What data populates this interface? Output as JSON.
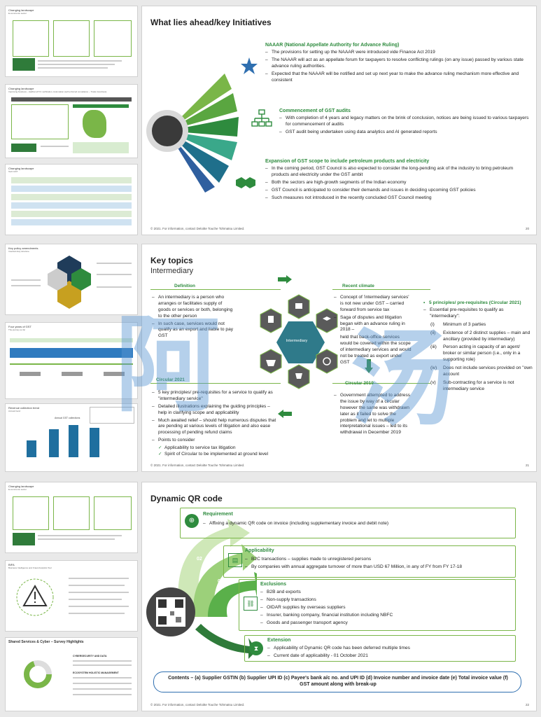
{
  "thumbs": {
    "t1": {
      "title": "Changing landscape",
      "sub": "E-commerce sector"
    },
    "t2": {
      "title": "Changing landscape",
      "sub": "Improving business – Aadhar eKYC verification, Automation (self enforced compliance – Trade incentives)"
    },
    "t3": {
      "title": "Changing landscape",
      "sub": "Tech GST"
    },
    "t4": {
      "title": "Key policy amendments",
      "sub": "Inverted duty structure"
    },
    "t5": {
      "title": "Four years of GST",
      "sub": "The journey so far"
    },
    "t6": {
      "title": "Revenue collection trend",
      "sub": "Annual trend",
      "chart": "Annual GST collections"
    },
    "t7": {
      "title": "Changing landscape",
      "sub": "E-commerce sector"
    },
    "t8": {
      "title": "BIFA",
      "sub": "Business Intelligence and Fraud Analytics Tool"
    },
    "t9": {
      "title": "Shared Services & Cyber – Survey Highlights",
      "h1": "CYBERSECURITY AND DATA",
      "h2": "ECOSYSTEM HOLISTIC MANAGEMENT"
    }
  },
  "slide1": {
    "title": "What lies ahead/key Initiatives",
    "s1_head": "NAAAR (National Appellate Authority for Advance Ruling)",
    "s1_b": [
      "The provisions for setting up the NAAAR were introduced vide Finance Act 2019",
      "The NAAAR will act as an appellate forum for taxpayers to resolve conflicting rulings (on any issue) passed by various state advance ruling authorities.",
      "Expected that the NAAAR will be notified and set up next year to make the advance ruling mechanism more effective and consistent"
    ],
    "s2_head": "Commencement of GST audits",
    "s2_b": [
      "With completion of 4 years and legacy matters on the brink of conclusion, notices are being issued to various taxpayers for commencement of audits",
      "GST audit being undertaken using data analytics and AI generated reports"
    ],
    "s3_head": "Expansion of GST scope to include petroleum products and electricity",
    "s3_b": [
      "In the coming period, GST Council is also expected to consider the long-pending ask of the industry to bring petroleum products and electricity under the GST ambit",
      "Both the sectors are high-growth segments of the Indian economy",
      "GST Council is anticipated to consider their demands and issues in deciding upcoming GST policies",
      "Such measures not introduced in the recently concluded GST Council meeting"
    ],
    "footer": "© 2021. For information, contact Deloitte Touche Tohmatsu Limited.",
    "page": "20"
  },
  "slide2": {
    "title": "Key topics",
    "subtitle": "Intermediary",
    "def_label": "Definition",
    "def_b": [
      "An intermediary is a person who arranges or facilitates supply of goods or services or both, belonging to the other person",
      "In such case, services would not qualify as an export and liable to pay GST"
    ],
    "recent_label": "Recent climate",
    "recent_b": [
      "Concept of 'intermediary services' is not new under GST – carried forward from service tax",
      "Saga of disputes and litigation began with an advance ruling in 2018 –"
    ],
    "recent_p": "held that back-office services would be covered within the scope of intermediary services and would not be treated as export under GST",
    "center_label": "Intermediary",
    "c2021_label": "Circular 2021",
    "c2021_b": [
      "5 key principles/ pre-requisites for a service to qualify as \"intermediary service\"",
      "Detailed illustrations explaining the guiding principles – help in clarifying scope and applicability",
      "Much awaited relief – should help numerous disputes that are pending at various levels of litigation and also ease processing of pending refund claims",
      "Points to consider"
    ],
    "c2021_checks": [
      "Applicability to service tax litigation",
      "Spirit of Circular to be implemented at ground level"
    ],
    "c2019_label": "Circular 2019",
    "c2019_b": [
      "Government attempted to address the issue by way of a circular however the same was withdrawn later as it failed to solve the problem and let to multiple interpretational issues – led to its withdrawal in December 2019"
    ],
    "pr_head": "5 principles/ pre-requisites (Circular 2021)",
    "pr_intro": "Essential pre-requisites to qualify as \"intermediary\":",
    "pr_items": [
      {
        "n": "(i)",
        "t": "Minimum of 3 parties"
      },
      {
        "n": "(ii)",
        "t": "Existence of 2 distinct supplies – main and ancillary (provided by intermediary)"
      },
      {
        "n": "(iii)",
        "t": "Person acting in capacity of an agent/ broker or similar person (i.e., only in a supporting role)"
      },
      {
        "n": "(iv)",
        "t": "Does not include services provided on \"own account"
      },
      {
        "n": "(v)",
        "t": "Sub-contracting for a service is not intermediary service"
      }
    ],
    "footer": "© 2021. For information, contact Deloitte Touche Tohmatsu Limited.",
    "page": "21"
  },
  "slide3": {
    "title": "Dynamic QR code",
    "req_head": "Requirement",
    "req_b": [
      "Affixing a dynamic QR code on invoice (including supplementary invoice and debit note)"
    ],
    "app_head": "Applicability",
    "app_b": [
      "B2C transactions – supplies made to unregistered persons",
      "By companies with annual aggregate turnover of more than  USD 67 Million, in any of FY from FY 17-18"
    ],
    "exc_head": "Exclusions",
    "exc_b": [
      "B2B and exports",
      "Non-supply transactions",
      "OIDAR supplies by overseas suppliers",
      "Insurer, banking company, financial institution including NBFC",
      "Goods and passenger transport agency"
    ],
    "ext_head": "Extension",
    "ext_b": [
      "Applicability of Dynamic QR code has been deferred multiple times",
      "Current date of applicability - 01 October 2021"
    ],
    "contents_prefix": "Contents –",
    "contents_text": " (a) Supplier GSTIN (b) Supplier UPI ID (c) Payee's bank a/c no. and UPI ID (d) Invoice number and invoice date (e) Total invoice value (f) GST amount along with break-up",
    "nums": [
      "01",
      "02",
      "03",
      "04"
    ],
    "footer": "© 2021. For information, contact Deloitte Touche Tohmatsu Limited.",
    "page": "22"
  },
  "watermark": {
    "left": "阿",
    "right": "汤"
  },
  "colors": {
    "green": "#2e8b3e",
    "blue": "#2f6fb0",
    "teal": "#1f6f8b",
    "hex": "#5a5a5a"
  }
}
